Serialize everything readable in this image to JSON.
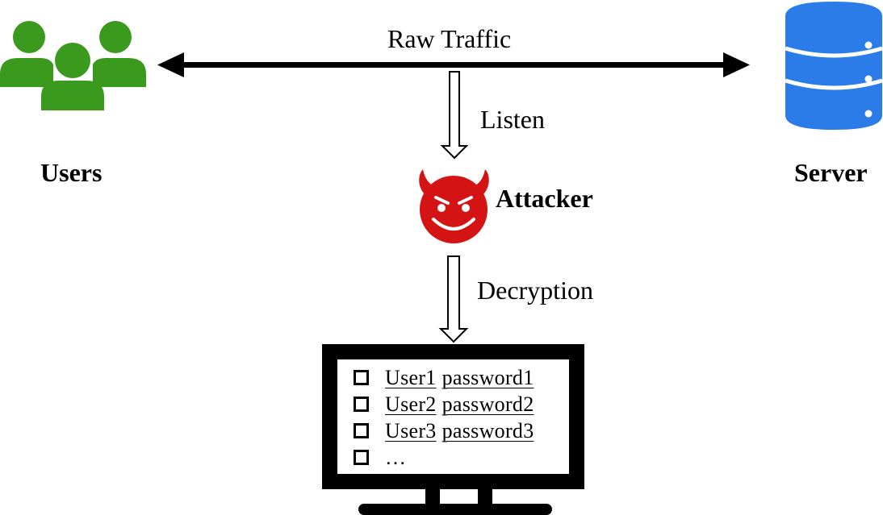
{
  "colors": {
    "users": "#3a9a1e",
    "server": "#2b7ce9",
    "attacker": "#d41414",
    "line": "#000000"
  },
  "labels": {
    "raw_traffic": "Raw Traffic",
    "listen": "Listen",
    "decryption": "Decryption",
    "users": "Users",
    "server": "Server",
    "attacker": "Attacker"
  },
  "icons": {
    "users": "users-group-icon",
    "server": "database-server-icon",
    "attacker": "devil-face-icon",
    "monitor": "monitor-icon"
  },
  "screen": {
    "rows": [
      {
        "user": "User1",
        "password": "password1"
      },
      {
        "user": "User2",
        "password": "password2"
      },
      {
        "user": "User3",
        "password": "password3"
      }
    ],
    "more": "…"
  }
}
